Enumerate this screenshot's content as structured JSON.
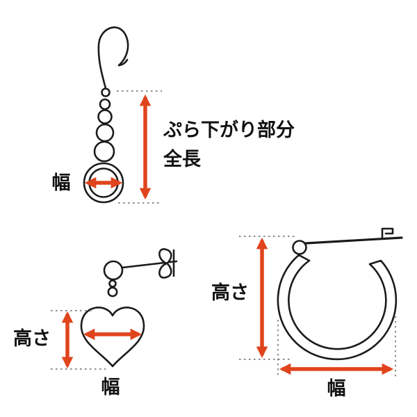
{
  "colors": {
    "background": "#ffffff",
    "ink": "#1b1b1b",
    "arrow": "#e0441c",
    "dotted": "#7a7a7a",
    "label": "#111111"
  },
  "diagram": {
    "hook_earring": {
      "width_label": "幅",
      "length_label_line1": "ぷら下がり部分",
      "length_label_line2": "全長"
    },
    "stud_earring": {
      "height_label": "高さ",
      "width_label": "幅"
    },
    "hoop_earring": {
      "height_label": "高さ",
      "width_label": "幅"
    }
  }
}
